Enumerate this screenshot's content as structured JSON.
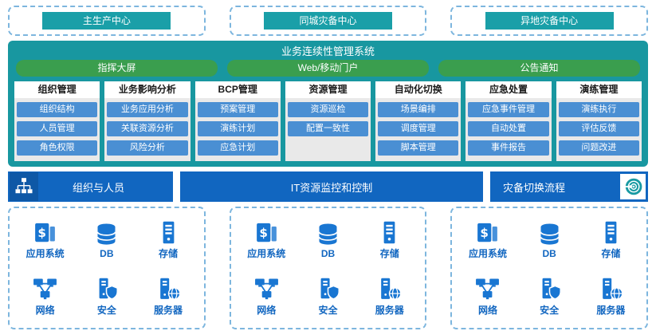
{
  "colors": {
    "teal_header": "#1a9fa8",
    "panel_teal": "#1897a0",
    "green_portal": "#3a9e4e",
    "module_button_blue": "#4a8fd3",
    "bar_blue": "#1166c0",
    "icon_blue": "#1976d2",
    "dashed_border": "#7db6de"
  },
  "centers": [
    {
      "title": "主生产中心"
    },
    {
      "title": "同城灾备中心"
    },
    {
      "title": "异地灾备中心"
    }
  ],
  "system": {
    "title": "业务连续性管理系统",
    "portals": [
      {
        "label": "指挥大屏"
      },
      {
        "label": "Web/移动门户"
      },
      {
        "label": "公告通知"
      }
    ],
    "modules": [
      {
        "title": "组织管理",
        "items": [
          "组织结构",
          "人员管理",
          "角色权限"
        ]
      },
      {
        "title": "业务影响分析",
        "items": [
          "业务应用分析",
          "关联资源分析",
          "风险分析"
        ]
      },
      {
        "title": "BCP管理",
        "items": [
          "预案管理",
          "演练计划",
          "应急计划"
        ]
      },
      {
        "title": "资源管理",
        "items": [
          "资源巡检",
          "配置一致性"
        ]
      },
      {
        "title": "自动化切换",
        "items": [
          "场景编排",
          "调度管理",
          "脚本管理"
        ]
      },
      {
        "title": "应急处置",
        "items": [
          "应急事件管理",
          "自动处置",
          "事件报告"
        ]
      },
      {
        "title": "演练管理",
        "items": [
          "演练执行",
          "评估反馈",
          "问题改进"
        ]
      }
    ]
  },
  "bars": {
    "org": "组织与人员",
    "monitor": "IT资源监控和控制",
    "switch": "灾备切换流程"
  },
  "infrastructure": [
    {
      "label": "应用系统",
      "icon": "app-system-icon"
    },
    {
      "label": "DB",
      "icon": "database-icon"
    },
    {
      "label": "存储",
      "icon": "storage-icon"
    },
    {
      "label": "网络",
      "icon": "network-icon"
    },
    {
      "label": "安全",
      "icon": "security-icon"
    },
    {
      "label": "服务器",
      "icon": "server-icon"
    }
  ]
}
